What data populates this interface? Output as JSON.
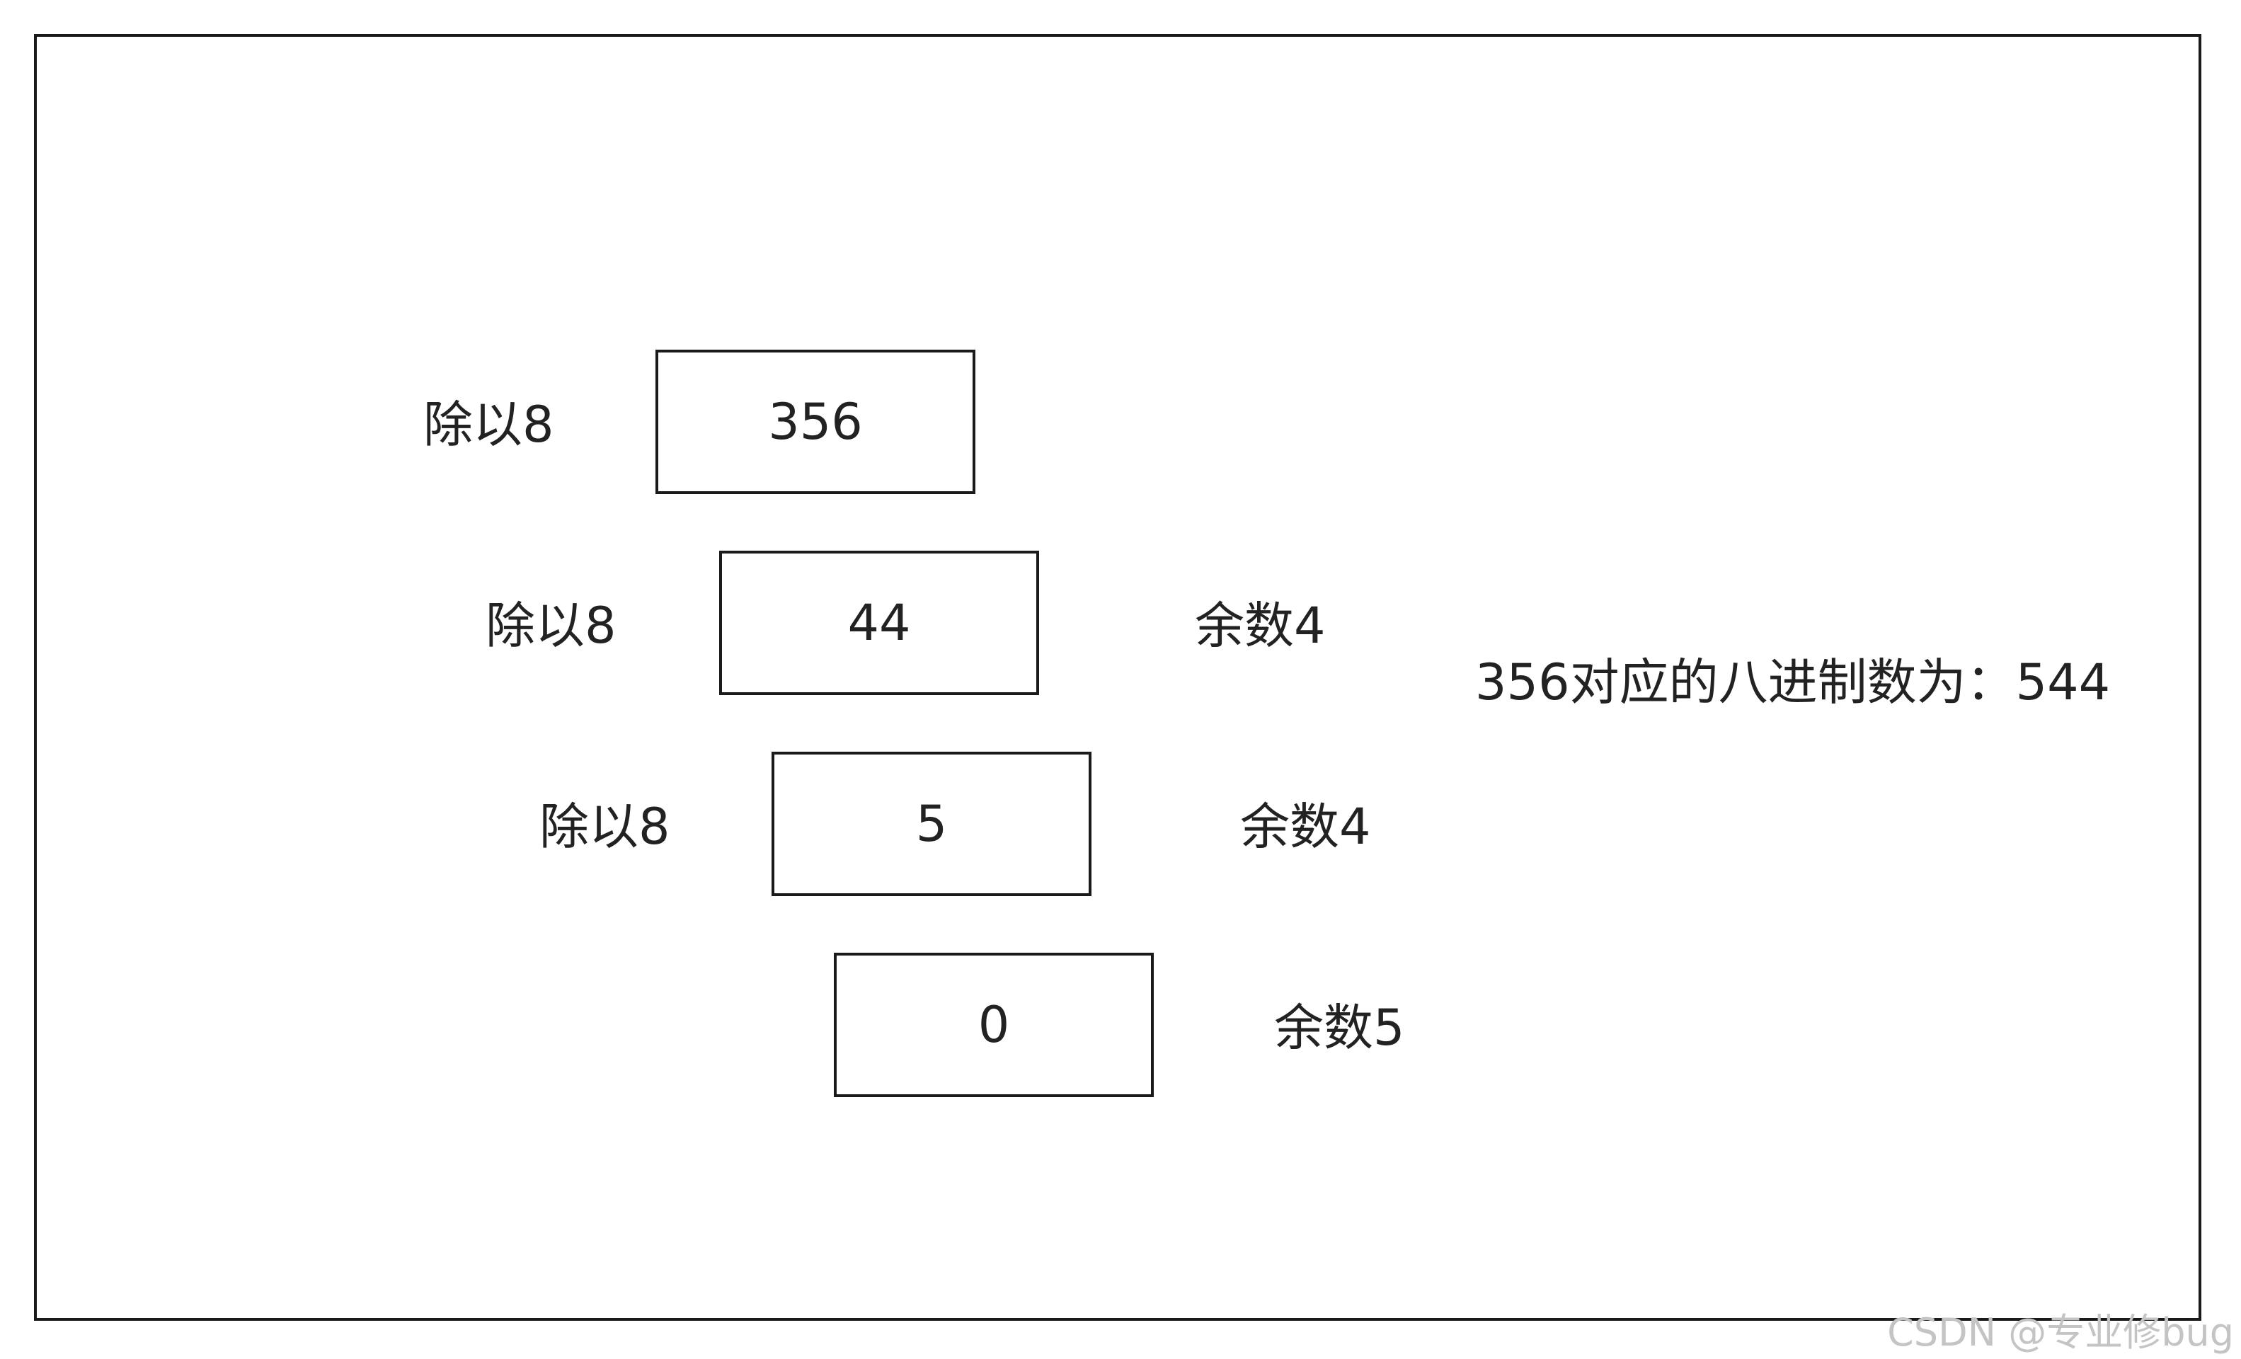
{
  "steps": [
    {
      "value": "356",
      "divide_label": "除以8",
      "remainder_label": ""
    },
    {
      "value": "44",
      "divide_label": "除以8",
      "remainder_label": "余数4"
    },
    {
      "value": "5",
      "divide_label": "除以8",
      "remainder_label": "余数4"
    },
    {
      "value": "0",
      "divide_label": "",
      "remainder_label": "余数5"
    }
  ],
  "result": "356对应的八进制数为：544",
  "watermark": "CSDN @专业修bug"
}
